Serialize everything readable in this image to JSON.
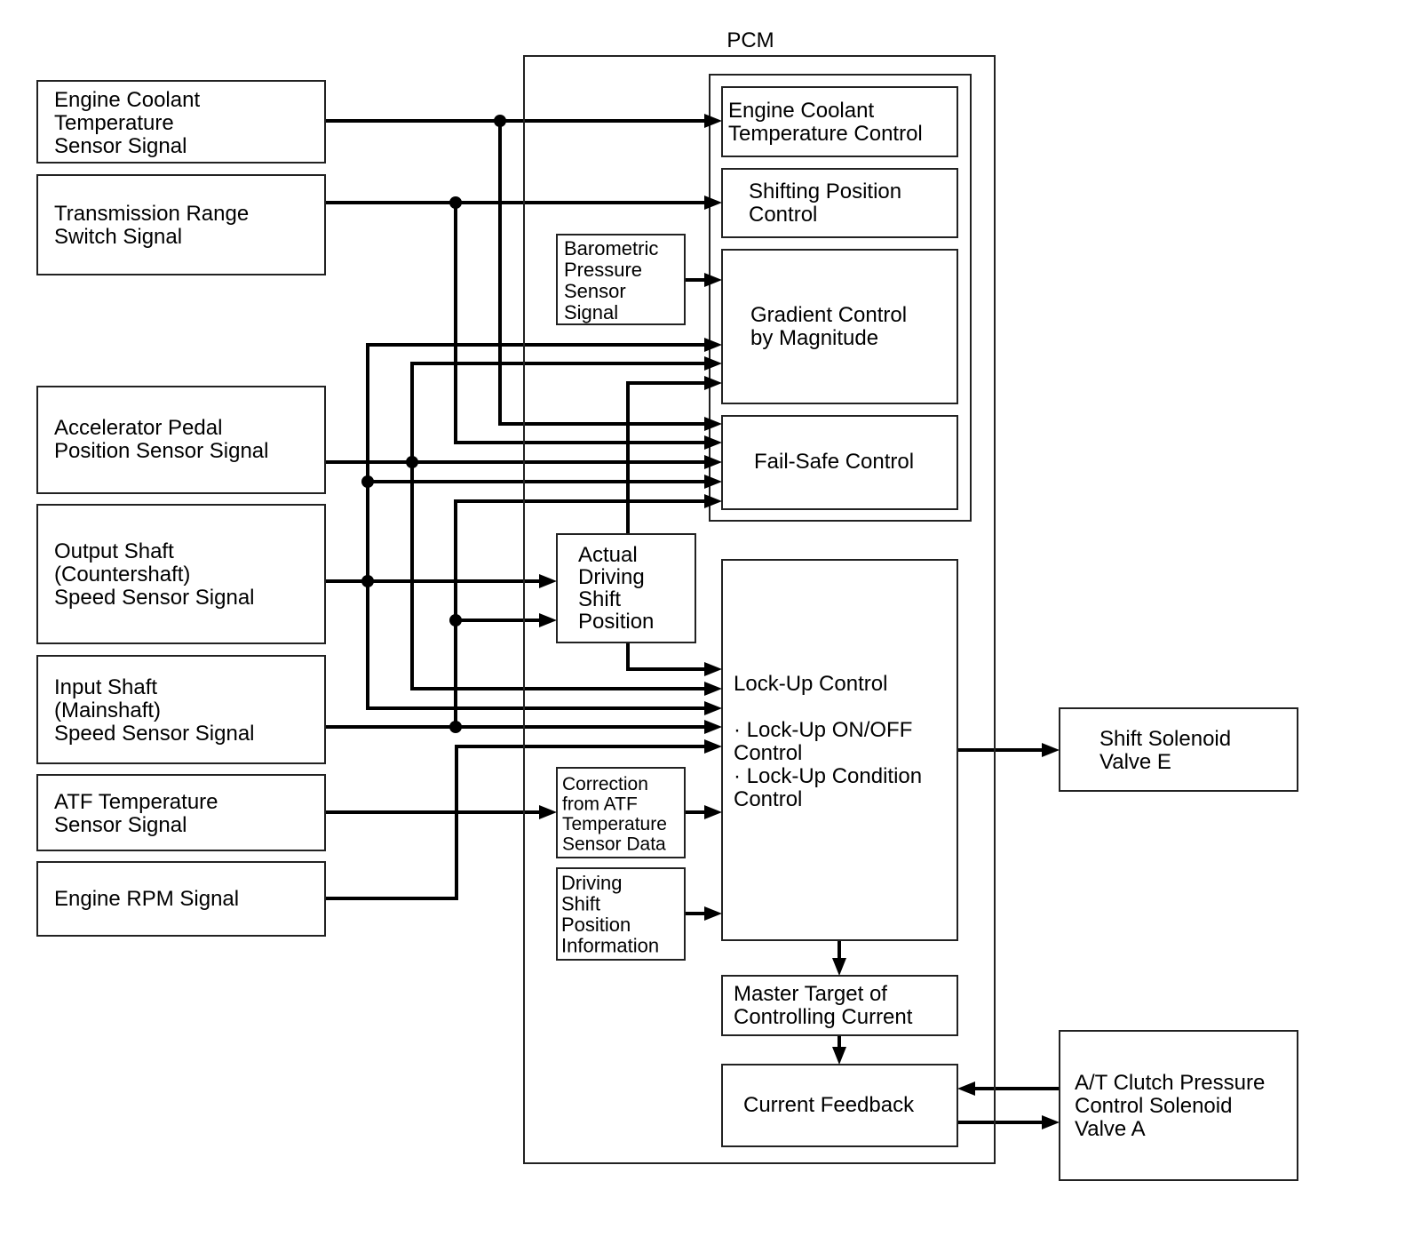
{
  "title": "PCM",
  "inputs": {
    "engine_coolant": [
      "Engine Coolant",
      "Temperature",
      "Sensor Signal"
    ],
    "trans_range": [
      "Transmission Range",
      "Switch Signal"
    ],
    "accel_pedal": [
      "Accelerator Pedal",
      "Position Sensor Signal"
    ],
    "output_shaft": [
      "Output Shaft",
      "(Countershaft)",
      "Speed Sensor Signal"
    ],
    "input_shaft": [
      "Input Shaft",
      "(Mainshaft)",
      "Speed Sensor Signal"
    ],
    "atf_temp": [
      "ATF Temperature",
      "Sensor Signal"
    ],
    "engine_rpm": [
      "Engine RPM Signal"
    ]
  },
  "pcm_blocks": {
    "ect_control": [
      "Engine Coolant",
      "Temperature Control"
    ],
    "shift_pos_control": [
      "Shifting Position",
      "Control"
    ],
    "baro": [
      "Barometric",
      "Pressure",
      "Sensor",
      "Signal"
    ],
    "gradient": [
      "Gradient Control",
      "by Magnitude"
    ],
    "failsafe": [
      "Fail-Safe Control"
    ],
    "actual_driving": [
      "Actual",
      "Driving",
      "Shift",
      "Position"
    ],
    "lockup": [
      "Lock-Up Control",
      "",
      "· Lock-Up ON/OFF",
      "Control",
      "· Lock-Up Condition",
      "Control"
    ],
    "atf_correction": [
      "Correction",
      "from ATF",
      "Temperature",
      "Sensor Data"
    ],
    "driving_shift_info": [
      "Driving",
      "Shift",
      "Position",
      "Information"
    ],
    "master_target": [
      "Master Target of",
      "Controlling Current"
    ],
    "current_feedback": [
      "Current Feedback"
    ]
  },
  "outputs": {
    "shift_solenoid_e": [
      "Shift Solenoid",
      "Valve E"
    ],
    "clutch_pressure_a": [
      "A/T Clutch Pressure",
      "Control Solenoid",
      "Valve A"
    ]
  }
}
